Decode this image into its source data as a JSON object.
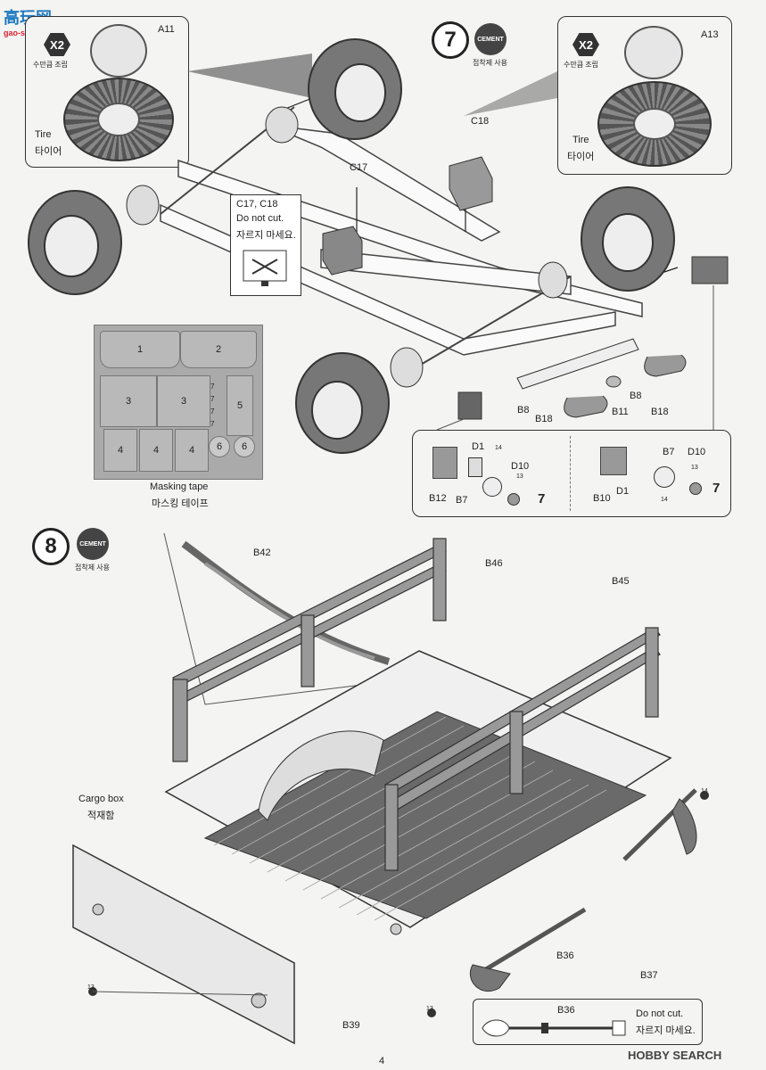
{
  "watermark_top": {
    "logo": "高玩网",
    "url": "gao-shou.com"
  },
  "watermark_bottom": "HOBBY SEARCH",
  "page_number": "4",
  "step7": {
    "number": "7",
    "cement_badge": "CEMENT",
    "cement_caption": "접착제 사용",
    "left_wheel": {
      "count": "X2",
      "count_caption": "수만큼 조립",
      "part": "A11",
      "tire_en": "Tire",
      "tire_ko": "타이어"
    },
    "right_wheel": {
      "count": "X2",
      "count_caption": "수만큼 조립",
      "part": "A13",
      "tire_en": "Tire",
      "tire_ko": "타이어"
    },
    "parts": {
      "c18": "C18",
      "c17": "C17",
      "b8a": "B8",
      "b8b": "B8",
      "b18a": "B18",
      "b18b": "B18",
      "b11": "B11"
    },
    "warning": {
      "parts": "C17, C18",
      "en": "Do not cut.",
      "ko": "자르지 마세요."
    },
    "masking_tape": {
      "en": "Masking tape",
      "ko": "마스킹 테이프",
      "pieces": [
        "1",
        "2",
        "3",
        "3",
        "5",
        "4",
        "4",
        "4",
        "6",
        "6"
      ],
      "small": [
        "7",
        "7",
        "7",
        "7"
      ]
    },
    "detail_left": {
      "d1": "D1",
      "b12": "B12",
      "b7": "B7",
      "d10": "D10",
      "num": "7",
      "badge1": "14",
      "badge2": "13"
    },
    "detail_right": {
      "b10": "B10",
      "d1": "D1",
      "b7": "B7",
      "d10": "D10",
      "num": "7",
      "badge1": "14",
      "badge2": "13"
    }
  },
  "step8": {
    "number": "8",
    "cement_badge": "CEMENT",
    "cement_caption": "접착제 사용",
    "parts": {
      "b42": "B42",
      "b46": "B46",
      "b45": "B45",
      "b36": "B36",
      "b37": "B37",
      "b39": "B39"
    },
    "cargo_en": "Cargo box",
    "cargo_ko": "적재함",
    "badges": [
      "13",
      "13",
      "14"
    ],
    "shovel_note": {
      "part": "B36",
      "en": "Do not cut.",
      "ko": "자르지 마세요."
    }
  }
}
